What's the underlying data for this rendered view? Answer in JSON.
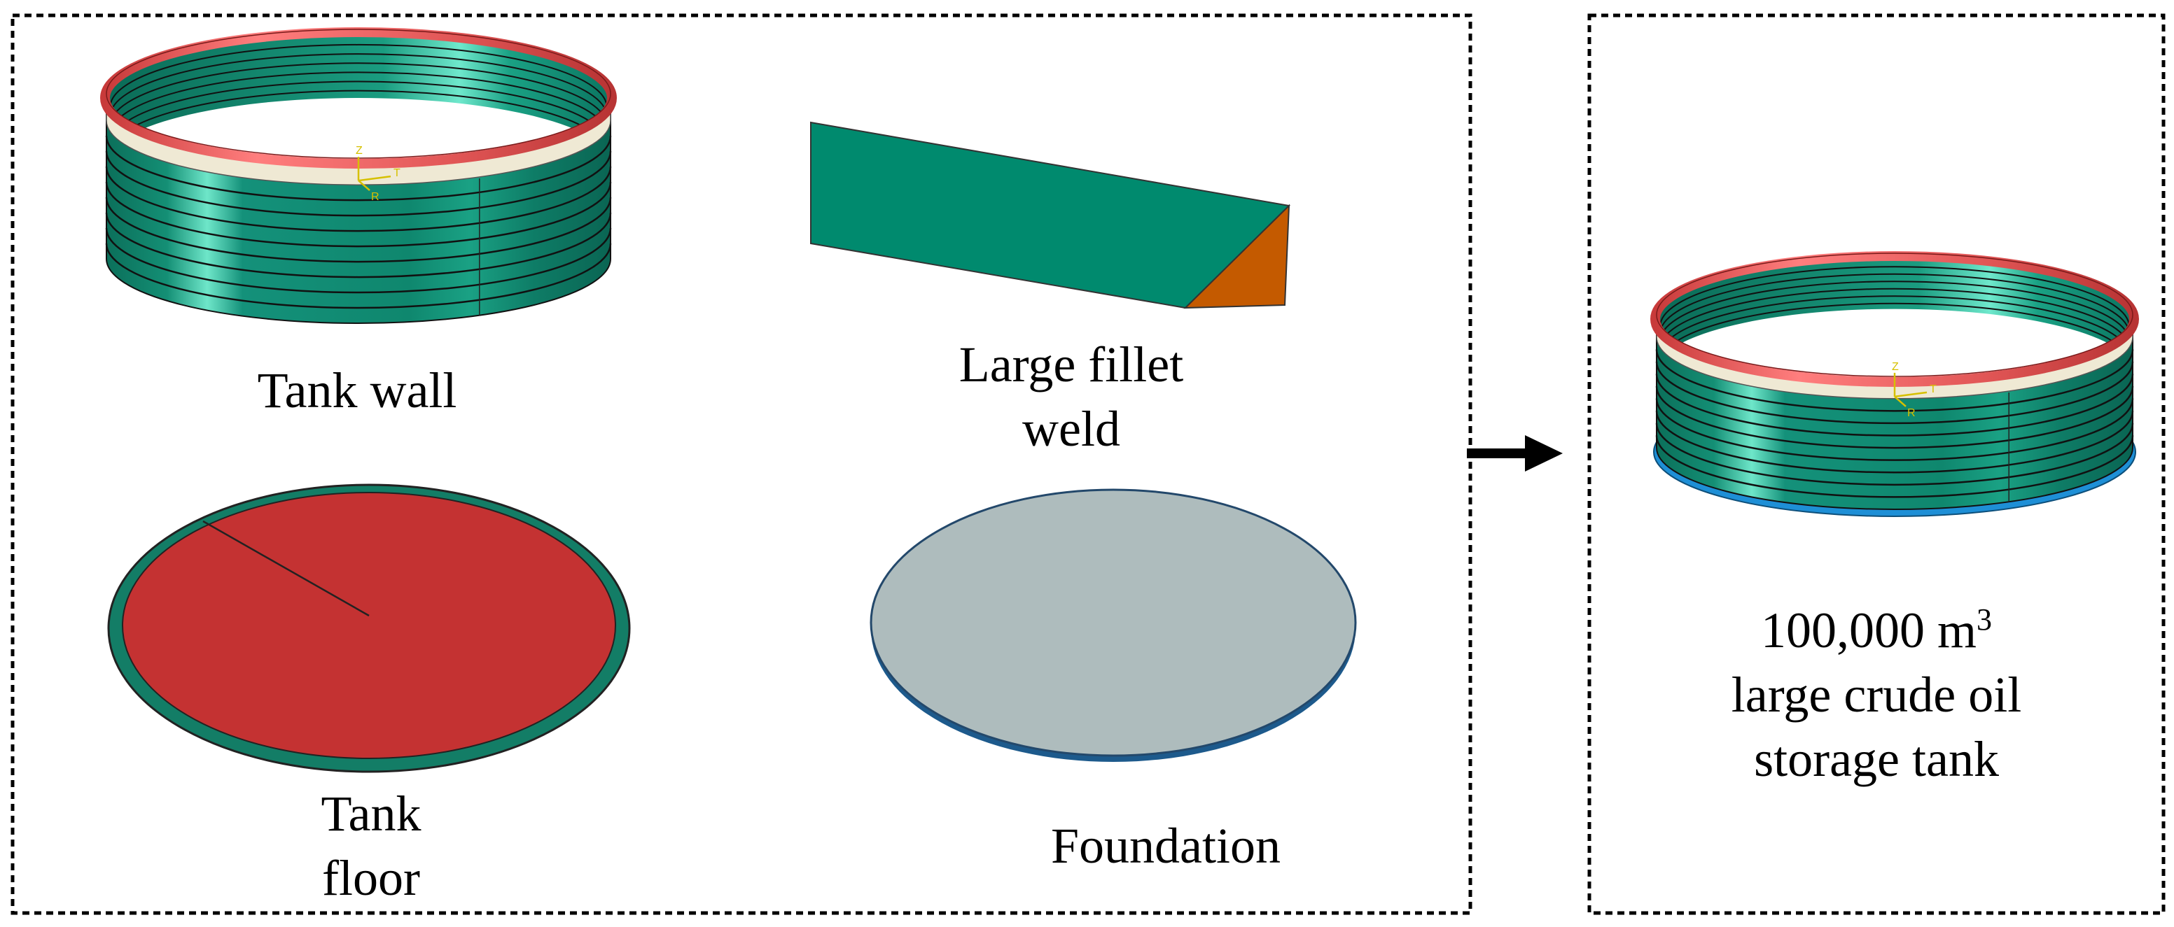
{
  "labels": {
    "tank_wall": "Tank wall",
    "fillet_weld_line1": "Large fillet",
    "fillet_weld_line2": "weld",
    "tank_floor_line1": "Tank",
    "tank_floor_line2": "floor",
    "foundation": "Foundation",
    "assembled_volume": "100,000 m",
    "assembled_volume_sup": "3",
    "assembled_line2": "large crude oil",
    "assembled_line3": "storage tank"
  },
  "axis_triad": {
    "z": "Z",
    "t": "T",
    "r": "R"
  },
  "colors": {
    "shell_green": "#0e8a70",
    "shell_highlight": "#5fdcc0",
    "rim_red": "#d94b4b",
    "rim_cream": "#efe9d4",
    "floor_red": "#c43232",
    "floor_edge_green": "#137d66",
    "weld_green": "#008a6e",
    "weld_orange": "#c45a00",
    "foundation_gray": "#aebcbd",
    "foundation_edge_blue": "#1d5a8c",
    "base_blue": "#1e8fd6",
    "triad_yellow": "#d6c000"
  }
}
